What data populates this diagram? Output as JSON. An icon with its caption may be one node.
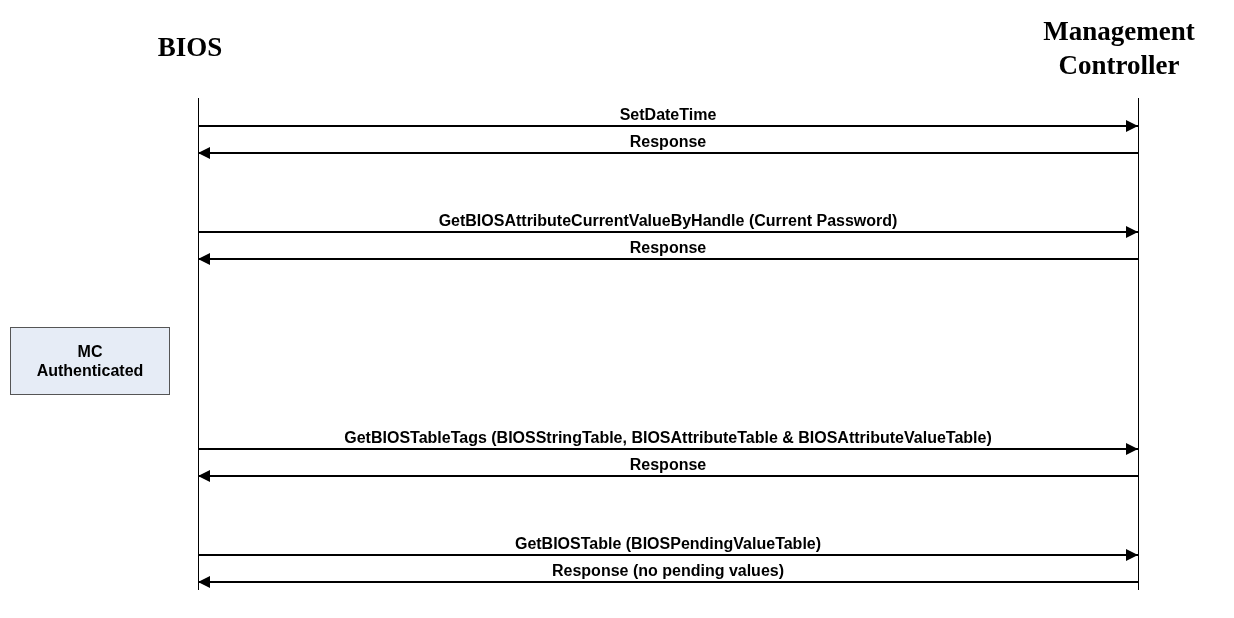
{
  "diagram": {
    "nodes": [
      {
        "text": [
          "BIOS"
        ]
      },
      {
        "text": [
          "Management Controller"
        ]
      },
      {
        "text": [
          "MC Authenticated"
        ]
      }
    ],
    "edges": [
      {
        "from": 0,
        "to": 1,
        "arrow": "to",
        "label": "SetDateTime"
      },
      {
        "from": 1,
        "to": 0,
        "arrow": "to",
        "label": "Response"
      },
      {
        "from": 0,
        "to": 1,
        "arrow": "to",
        "label": "GetBIOSAttributeCurrentValueByHandle (Current Password)"
      },
      {
        "from": 1,
        "to": 0,
        "arrow": "to",
        "label": "Response"
      },
      {
        "from": 0,
        "to": 1,
        "arrow": "to",
        "label": "GetBIOSTableTags (BIOSStringTable, BIOSAttributeTable & BIOSAttributeValueTable)"
      },
      {
        "from": 1,
        "to": 0,
        "arrow": "to",
        "label": "Response"
      },
      {
        "from": 0,
        "to": 1,
        "arrow": "to",
        "label": "GetBIOSTable (BIOSPendingValueTable)"
      },
      {
        "from": 1,
        "to": 0,
        "arrow": "to",
        "label": "Response (no pending values)"
      }
    ]
  }
}
